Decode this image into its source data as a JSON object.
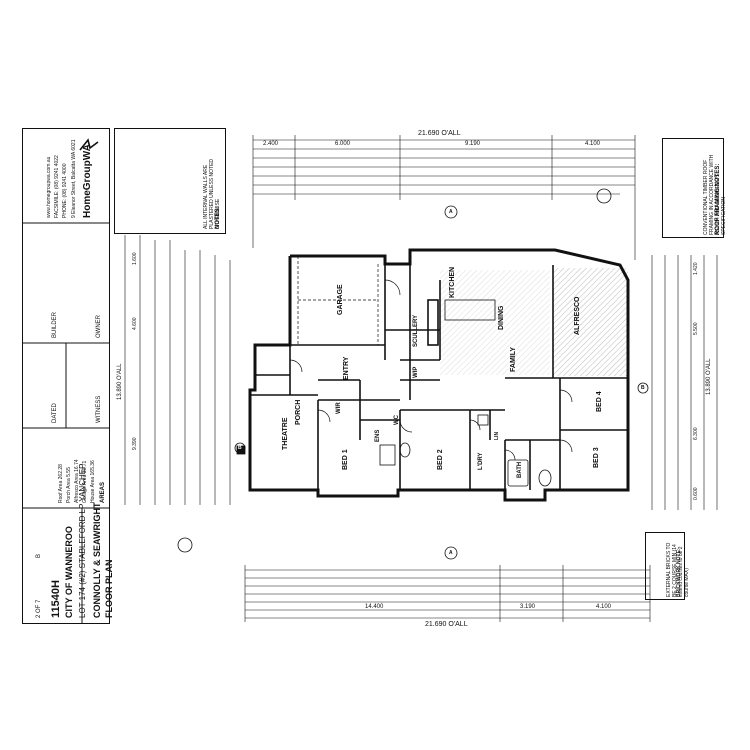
{
  "company": {
    "name": "HomeGroupWA",
    "address": "9 Eleanor Street, Balcatta WA 6021",
    "phone": "PHONE: (08) 9241 4000",
    "facsimile": "FACSIMILE: (08) 9241 4022",
    "web": "www.homegroupwa.com.au"
  },
  "notes": {
    "title": "NOTES:",
    "general_note": "ALL INTERNAL WALLS ARE PLASTERED UNLESS NOTED OTHERWISE",
    "roof_framing_title": "ROOF FRAMING NOTES:",
    "roof_framing_text": "CONVENTIONAL TIMBER ROOF FRAMING IN ACCORDANCE WITH AS1684 AND ENGINEER'S SPECIFICATION"
  },
  "title_block": {
    "drawing_title": "FLOOR PLAN",
    "house_name": "CONNOLLY & SEAWRIGHT",
    "lot": "LOT 174 (#2) STABLEFORD LP YANCHEP",
    "council": "CITY OF WANNEROO",
    "job_no": "11540H",
    "sheet": "2 OF 7",
    "revision": "B",
    "owner_label": "OWNER",
    "builder_label": "BUILDER",
    "witness_label": "WITNESS",
    "date_label": "DATED",
    "areas_title": "AREAS",
    "areas": [
      {
        "label": "House Area",
        "value": "165.36"
      },
      {
        "label": "Garage Area",
        "value": "39.71"
      },
      {
        "label": "Alfresco Area",
        "value": "16.74"
      },
      {
        "label": "Porch Area",
        "value": "5.55"
      },
      {
        "label": "Roof Area",
        "value": "262.28"
      }
    ]
  },
  "dimensions": {
    "overall_width": "21.690 O'ALL",
    "overall_depth": "13.890 O'ALL",
    "top_segments": [
      "2.400",
      "6.000",
      "9.190",
      "4.100"
    ],
    "bottom_segments": [
      "14.400",
      "3.190",
      "4.100"
    ],
    "left_segments": [
      "1.600",
      "4.600",
      "9.390"
    ],
    "right_segments": [
      "1.420",
      "5.500",
      "6.300",
      "0.600"
    ]
  },
  "rooms": [
    {
      "name": "GARAGE",
      "area": "39.71"
    },
    {
      "name": "ALFRESCO",
      "area": "16.74"
    },
    {
      "name": "DINING",
      "area": ""
    },
    {
      "name": "KITCHEN",
      "area": ""
    },
    {
      "name": "FAMILY",
      "area": ""
    },
    {
      "name": "SCULLERY",
      "area": ""
    },
    {
      "name": "ENTRY",
      "area": ""
    },
    {
      "name": "THEATRE",
      "area": ""
    },
    {
      "name": "PORCH",
      "area": "5.55"
    },
    {
      "name": "BED 1",
      "area": ""
    },
    {
      "name": "BED 2",
      "area": ""
    },
    {
      "name": "BED 3",
      "area": ""
    },
    {
      "name": "BED 4",
      "area": ""
    },
    {
      "name": "WIR",
      "area": ""
    },
    {
      "name": "ENS",
      "area": ""
    },
    {
      "name": "WC",
      "area": ""
    },
    {
      "name": "L'DRY",
      "area": ""
    },
    {
      "name": "BATH",
      "area": ""
    },
    {
      "name": "WIP",
      "area": ""
    },
    {
      "name": "LIN",
      "area": ""
    }
  ],
  "callouts": {
    "brickwork_title": "BRICKWORK NOTE:",
    "brickwork_text": "EXTERNAL BRICKS TO BE 2 COURSE MIN (14 extend courses to be 2 course MAX)",
    "section_markers": [
      "A",
      "A",
      "B",
      "B"
    ]
  },
  "colors": {
    "line": "#111111",
    "hatch": "#555555",
    "paper": "#ffffff"
  }
}
